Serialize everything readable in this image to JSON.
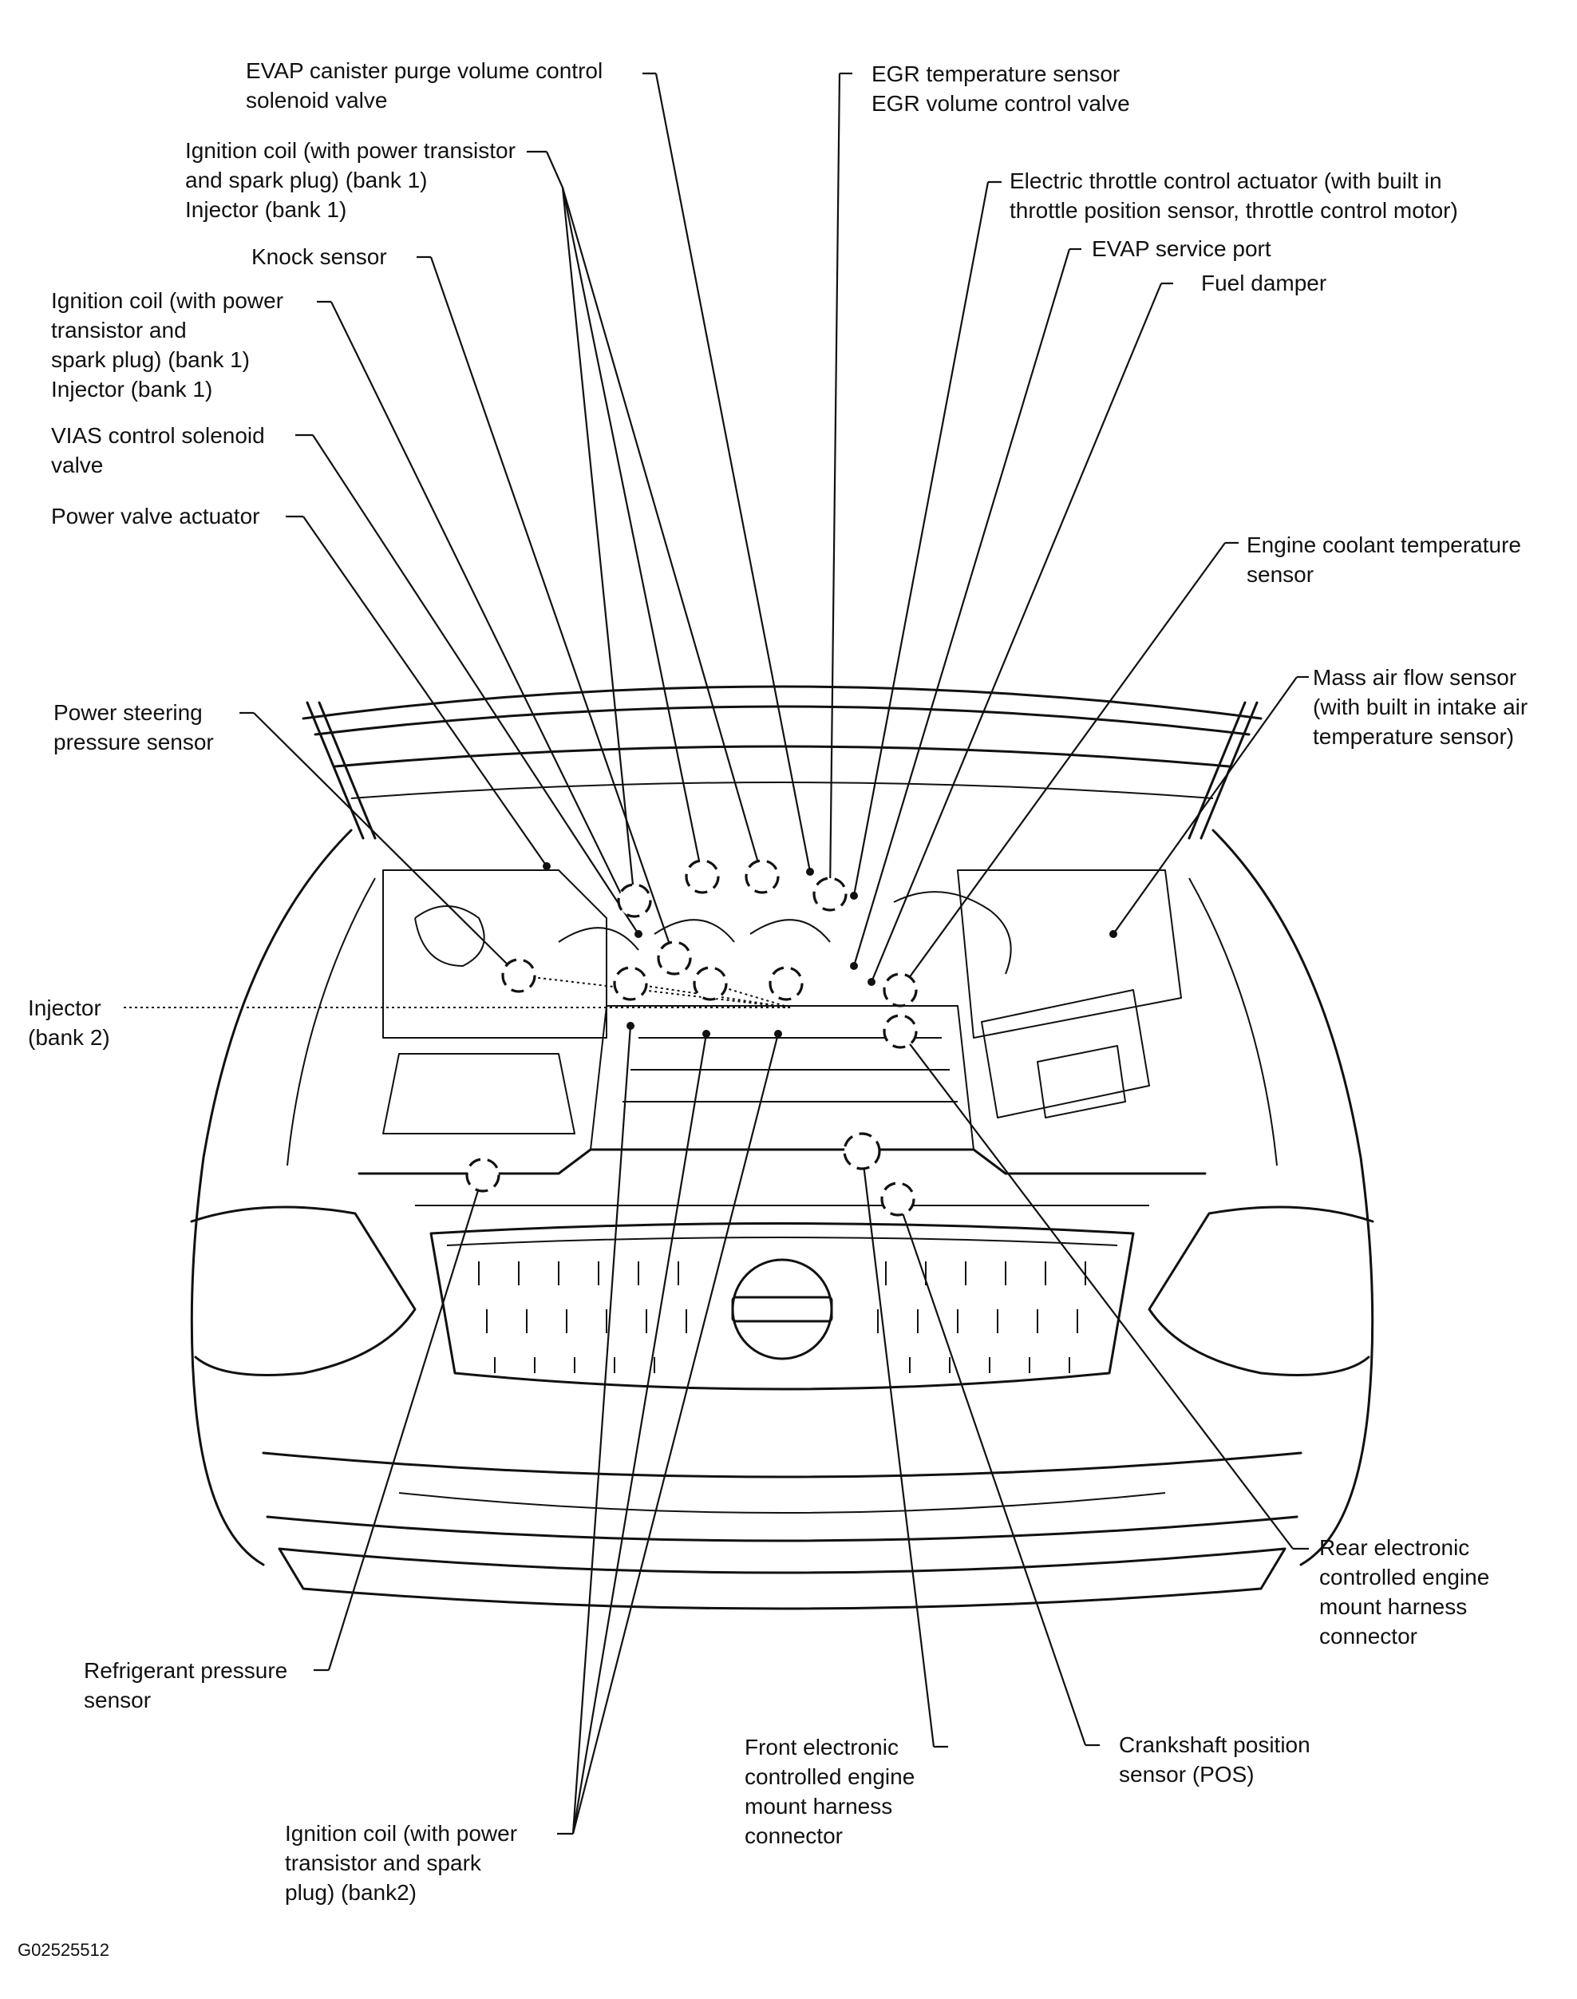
{
  "labels": {
    "evap_purge": [
      "EVAP canister purge volume control",
      "solenoid valve"
    ],
    "egr": [
      "EGR temperature sensor",
      "EGR volume control valve"
    ],
    "ign_coil_top": [
      "Ignition coil (with power transistor",
      "and spark plug) (bank 1)",
      "Injector (bank 1)"
    ],
    "throttle": [
      "Electric throttle control actuator (with built in",
      "throttle position sensor, throttle control motor)"
    ],
    "knock": [
      "Knock sensor"
    ],
    "evap_port": [
      "EVAP service port"
    ],
    "ign_coil_left": [
      "Ignition coil (with power",
      "transistor and",
      "spark plug) (bank 1)",
      "Injector (bank 1)"
    ],
    "fuel_damper": [
      "Fuel damper"
    ],
    "vias": [
      "VIAS control solenoid",
      "valve"
    ],
    "power_valve": [
      "Power valve actuator"
    ],
    "coolant": [
      "Engine coolant temperature",
      "sensor"
    ],
    "maf": [
      "Mass air flow sensor",
      "(with built in intake air",
      "temperature sensor)"
    ],
    "ps_pressure": [
      "Power steering",
      "pressure sensor"
    ],
    "injector_bank2": [
      "Injector",
      "(bank 2)"
    ],
    "rear_mount": [
      "Rear electronic",
      "controlled engine",
      "mount harness",
      "connector"
    ],
    "refrigerant": [
      "Refrigerant pressure",
      "sensor"
    ],
    "front_mount": [
      "Front electronic",
      "controlled engine",
      "mount harness",
      "connector"
    ],
    "crankshaft": [
      "Crankshaft position",
      "sensor (POS)"
    ],
    "ign_coil_bank2": [
      "Ignition coil (with power",
      "transistor and spark",
      "plug) (bank2)"
    ]
  },
  "figure_id": "G02525512"
}
